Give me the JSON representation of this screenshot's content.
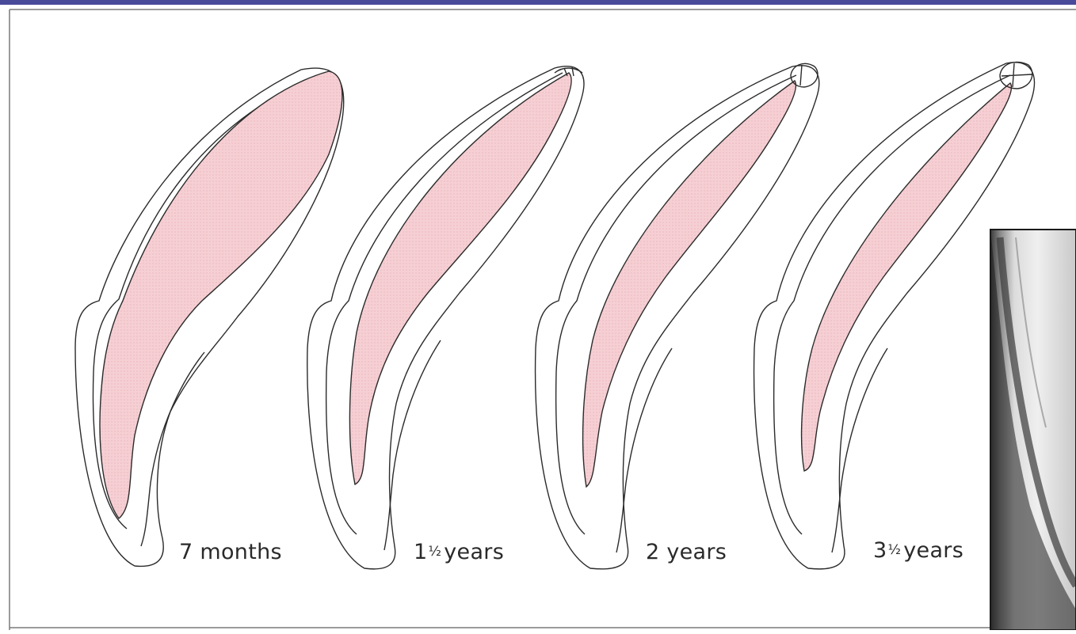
{
  "figure": {
    "stages": [
      {
        "label": "7 months",
        "whole": "",
        "frac": ""
      },
      {
        "label": "",
        "whole": "1",
        "frac": "½",
        "unit": "years"
      },
      {
        "label": "2 years",
        "whole": "",
        "frac": ""
      },
      {
        "label": "",
        "whole": "3",
        "frac": "½",
        "unit": "years"
      }
    ]
  },
  "colors": {
    "pulp": "#f5cfd3",
    "outline": "#2b2b2b",
    "frame": "#4a4a9a",
    "photo_dark": "#2c2c2c",
    "photo_light": "#e6e6e6"
  }
}
